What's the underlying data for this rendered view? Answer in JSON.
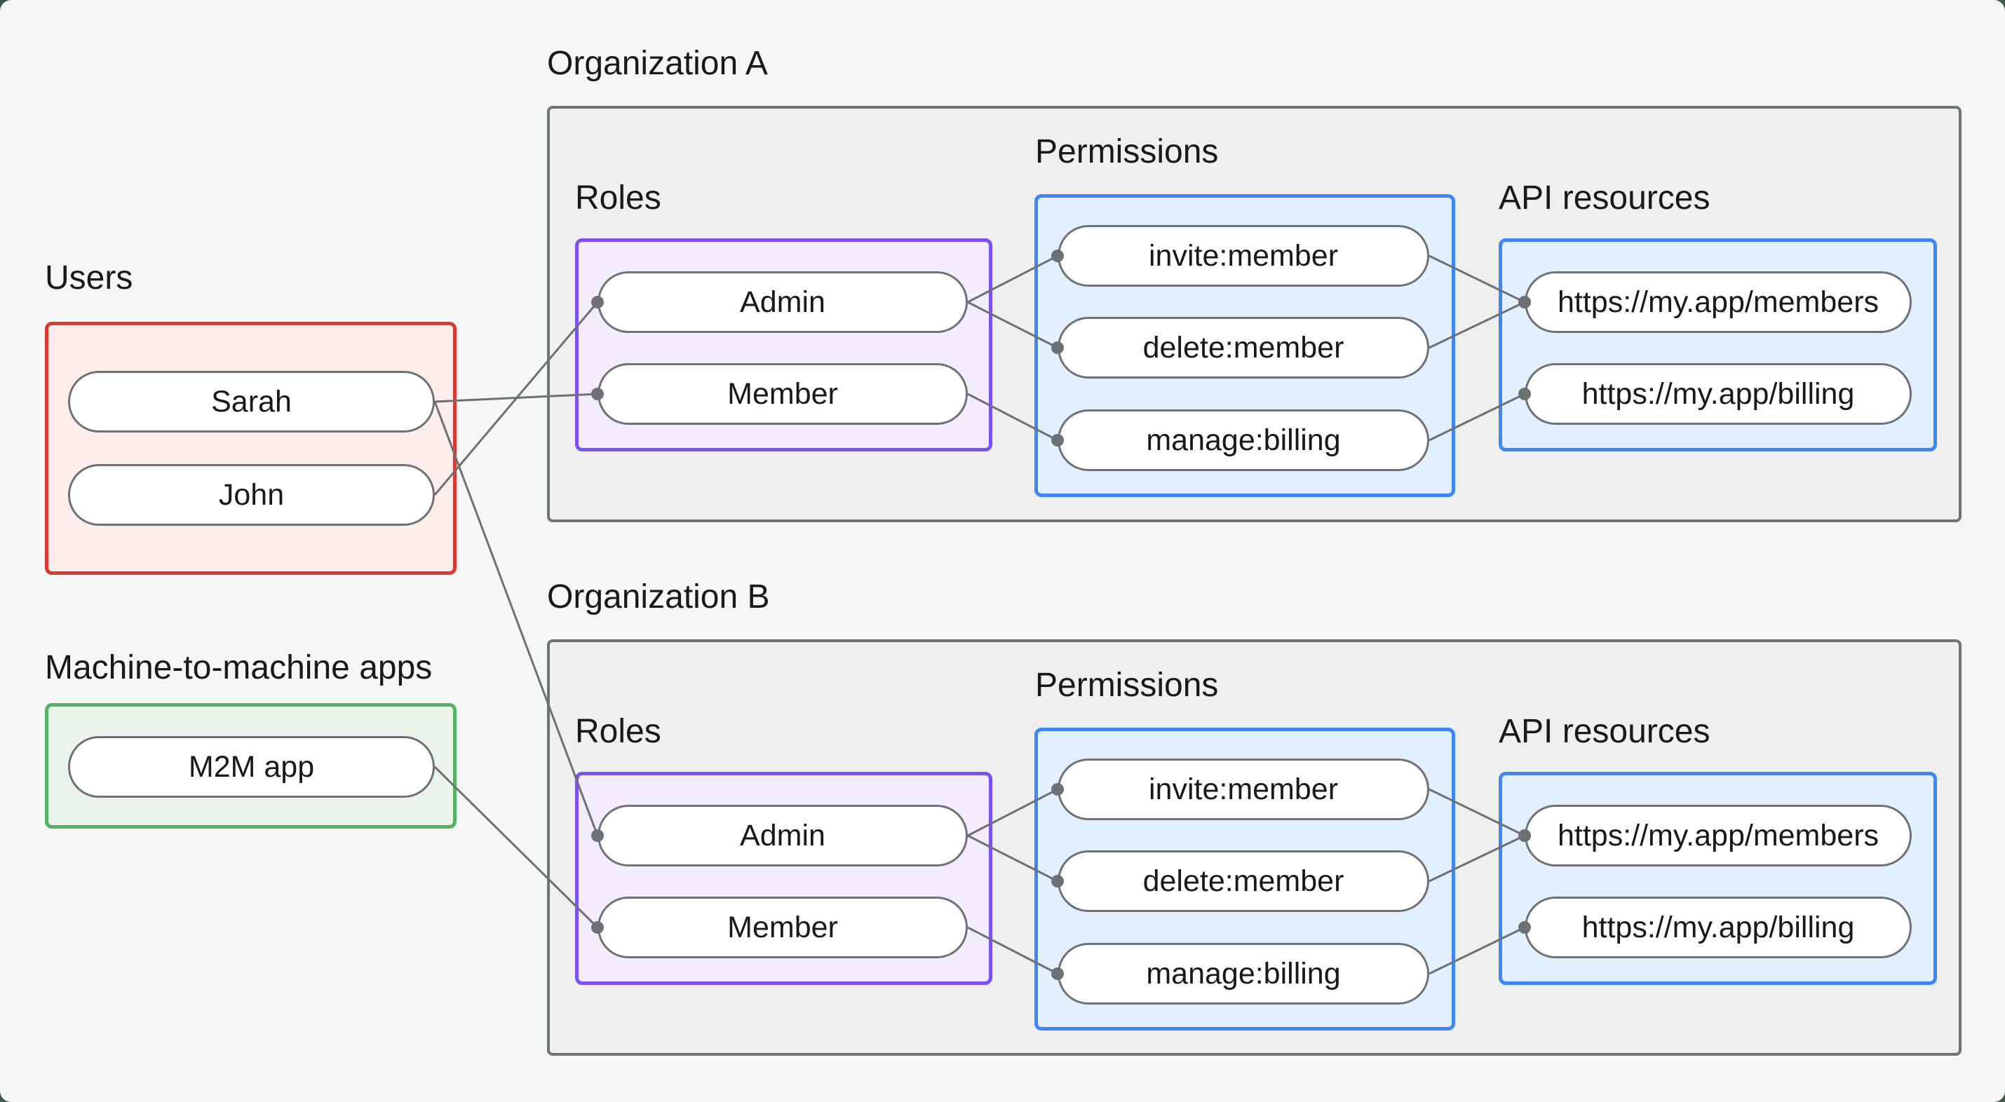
{
  "users": {
    "label": "Users",
    "items": [
      {
        "id": "sarah",
        "label": "Sarah"
      },
      {
        "id": "john",
        "label": "John"
      }
    ]
  },
  "m2m": {
    "label": "Machine-to-machine apps",
    "items": [
      {
        "id": "m2m",
        "label": "M2M app"
      }
    ]
  },
  "orgs": [
    {
      "label": "Organization A",
      "roles": {
        "label": "Roles",
        "items": [
          {
            "id": "a-admin",
            "label": "Admin"
          },
          {
            "id": "a-member",
            "label": "Member"
          }
        ]
      },
      "permissions": {
        "label": "Permissions",
        "items": [
          {
            "id": "a-invite",
            "label": "invite:member"
          },
          {
            "id": "a-delete",
            "label": "delete:member"
          },
          {
            "id": "a-manage",
            "label": "manage:billing"
          }
        ]
      },
      "resources": {
        "label": "API resources",
        "items": [
          {
            "id": "a-members",
            "label": "https://my.app/members"
          },
          {
            "id": "a-billing",
            "label": "https://my.app/billing"
          }
        ]
      }
    },
    {
      "label": "Organization B",
      "roles": {
        "label": "Roles",
        "items": [
          {
            "id": "b-admin",
            "label": "Admin"
          },
          {
            "id": "b-member",
            "label": "Member"
          }
        ]
      },
      "permissions": {
        "label": "Permissions",
        "items": [
          {
            "id": "b-invite",
            "label": "invite:member"
          },
          {
            "id": "b-delete",
            "label": "delete:member"
          },
          {
            "id": "b-manage",
            "label": "manage:billing"
          }
        ]
      },
      "resources": {
        "label": "API resources",
        "items": [
          {
            "id": "b-members",
            "label": "https://my.app/members"
          },
          {
            "id": "b-billing",
            "label": "https://my.app/billing"
          }
        ]
      }
    }
  ],
  "edges": [
    {
      "from": "sarah",
      "to": "a-member"
    },
    {
      "from": "john",
      "to": "a-admin"
    },
    {
      "from": "sarah",
      "to": "b-admin"
    },
    {
      "from": "m2m",
      "to": "b-member"
    },
    {
      "from": "a-admin",
      "to": "a-invite"
    },
    {
      "from": "a-admin",
      "to": "a-delete"
    },
    {
      "from": "a-member",
      "to": "a-manage"
    },
    {
      "from": "a-invite",
      "to": "a-members"
    },
    {
      "from": "a-delete",
      "to": "a-members"
    },
    {
      "from": "a-manage",
      "to": "a-billing"
    },
    {
      "from": "b-admin",
      "to": "b-invite"
    },
    {
      "from": "b-admin",
      "to": "b-delete"
    },
    {
      "from": "b-member",
      "to": "b-manage"
    },
    {
      "from": "b-invite",
      "to": "b-members"
    },
    {
      "from": "b-delete",
      "to": "b-members"
    },
    {
      "from": "b-manage",
      "to": "b-billing"
    }
  ],
  "colors": {
    "canvas_bg": "#f5f7f6",
    "outer_bg": "#3f5a4b",
    "org_box_bg": "#efeff0",
    "org_box_border": "#6e7377",
    "users_box_bg": "#fcecea",
    "users_box_border": "#d93a31",
    "m2m_box_bg": "#eaf4ea",
    "m2m_box_border": "#55b164",
    "roles_box_bg": "#f2ecfd",
    "roles_box_border": "#7a52f2",
    "blue_box_bg": "#e2effd",
    "blue_box_border": "#3f86f4",
    "pill_bg": "#ffffff",
    "pill_border": "#6e7276",
    "edge_line": "#6d7174",
    "text": "#17191c"
  }
}
